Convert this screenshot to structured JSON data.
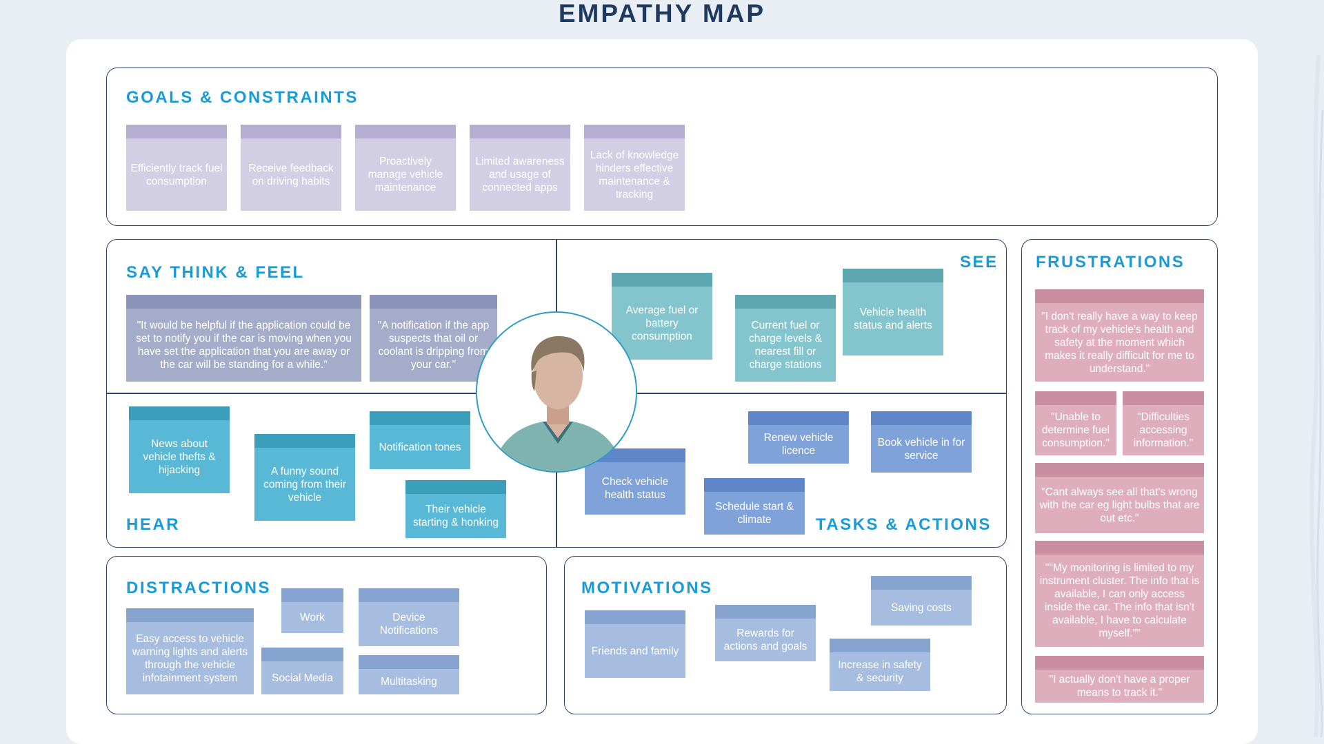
{
  "title": "EMPATHY MAP",
  "goals": {
    "heading": "GOALS & CONSTRAINTS",
    "notes": [
      "Efficiently track fuel consumption",
      "Receive feedback on driving habits",
      "Proactively manage vehicle maintenance",
      "Limited awareness and usage of connected apps",
      "Lack of knowledge hinders effective maintenance & tracking"
    ]
  },
  "say": {
    "heading": "SAY THINK & FEEL",
    "notes": [
      "\"It would be helpful if the application could be set to notify you if the car is moving when you have set the application that you are away or the car will be standing for a while.\"",
      "\"A notification if the app suspects that oil or coolant is dripping from your car.\""
    ]
  },
  "see": {
    "heading": "SEE",
    "notes": [
      "Average fuel or battery consumption",
      "Current fuel or charge levels & nearest fill or charge stations",
      "Vehicle health status and alerts"
    ]
  },
  "hear": {
    "heading": "HEAR",
    "notes": [
      "News about vehicle thefts & hijacking",
      "A funny sound coming from their vehicle",
      "Notification tones",
      "Their vehicle starting & honking"
    ]
  },
  "tasks": {
    "heading": "TASKS & ACTIONS",
    "notes": [
      "Renew vehicle licence",
      "Book vehicle in for service",
      "Check vehicle health status",
      "Schedule start & climate"
    ]
  },
  "frustrations": {
    "heading": "FRUSTRATIONS",
    "notes": [
      "\"I don't really have a way to keep track of my vehicle's health and safety at the moment which makes it really difficult for me to understand.\"",
      "\"Unable to determine fuel consumption.\"",
      "\"Difficulties accessing information.\"",
      "\"Cant always see all that's wrong with the car eg light bulbs that are out etc.\"",
      "\"\"My monitoring is limited to my instrument cluster. The info that is available, I can only access inside the car. The info that isn't available, I have to calculate myself.\"\"",
      "\"I actually don't have a proper means to track it.\""
    ]
  },
  "distractions": {
    "heading": "DISTRACTIONS",
    "notes": [
      "Easy access to vehicle warning lights and alerts through the vehicle infotainment system",
      "Work",
      "Device Notifications",
      "Social Media",
      "Multitasking"
    ]
  },
  "motivations": {
    "heading": "MOTIVATIONS",
    "notes": [
      "Friends and family",
      "Rewards for actions and goals",
      "Saving costs",
      "Increase in safety & security"
    ]
  }
}
